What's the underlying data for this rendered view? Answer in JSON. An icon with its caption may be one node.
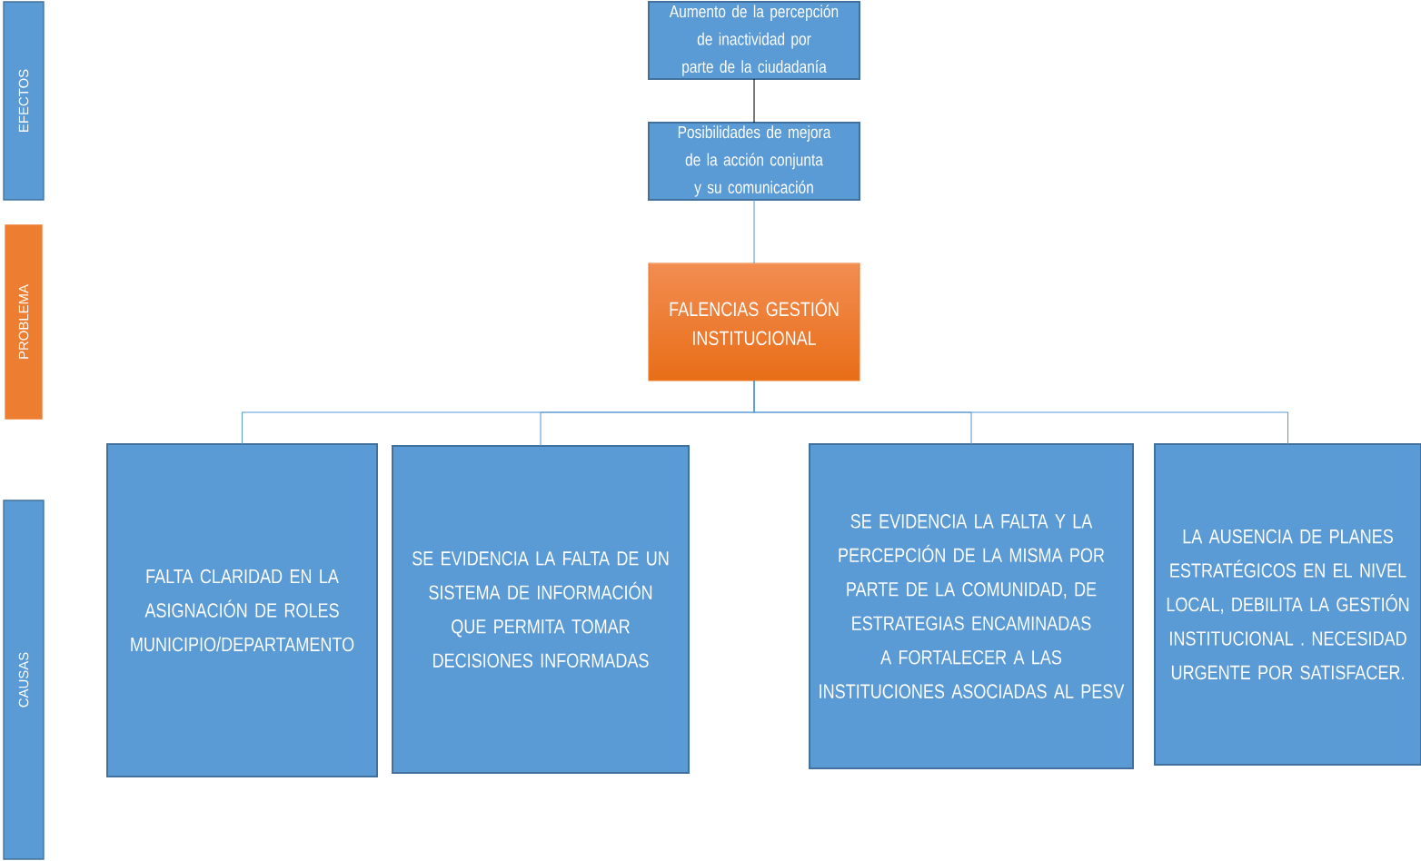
{
  "diagram": {
    "nodes": [
      {
        "text": [
          "EFECTOS"
        ]
      },
      {
        "text": [
          "PROBLEMA"
        ]
      },
      {
        "text": [
          "CAUSAS"
        ]
      },
      {
        "text": [
          "Aumento  de la percepción de inactividad por parte de la ciudadanía"
        ]
      },
      {
        "text": [
          "Posibilidades de mejora de la acción conjunta y su comunicación"
        ]
      },
      {
        "text": [
          "FALENCIAS GESTIÓN INSTITUCIONAL"
        ]
      },
      {
        "text": [
          "FALTA CLARIDAD EN LA ASIGNACIÓN DE ROLES MUNICIPIO/DEPARTAMENTO"
        ]
      },
      {
        "text": [
          "SE EVIDENCIA LA FALTA DE UN SISTEMA DE INFORMACIÓN QUE PERMITA TOMAR DECISIONES INFORMADAS"
        ]
      },
      {
        "text": [
          "SE EVIDENCIA LA FALTA Y LA PERCEPCIÓN DE LA MISMA POR PARTE DE LA COMUNIDAD, DE ESTRATEGIAS  ENCAMINADAS A FORTALECER A LAS INSTITUCIONES ASOCIADAS AL PESV"
        ]
      },
      {
        "text": [
          "LA AUSENCIA DE PLANES ESTRATÉGICOS EN EL NIVEL LOCAL, DEBILITA LA GESTIÓN INSTITUCIONAL . NECESIDAD URGENTE POR SATISFACER."
        ]
      }
    ],
    "edges": [
      {
        "from": 3,
        "to": 4,
        "arrow": "none",
        "color": "#000000"
      },
      {
        "from": 4,
        "to": 5,
        "arrow": "none"
      },
      {
        "from": 5,
        "to": 6,
        "arrow": "none"
      },
      {
        "from": 5,
        "to": 7,
        "arrow": "none"
      },
      {
        "from": 5,
        "to": 8,
        "arrow": "none"
      },
      {
        "from": 5,
        "to": 9,
        "arrow": "none"
      }
    ]
  }
}
